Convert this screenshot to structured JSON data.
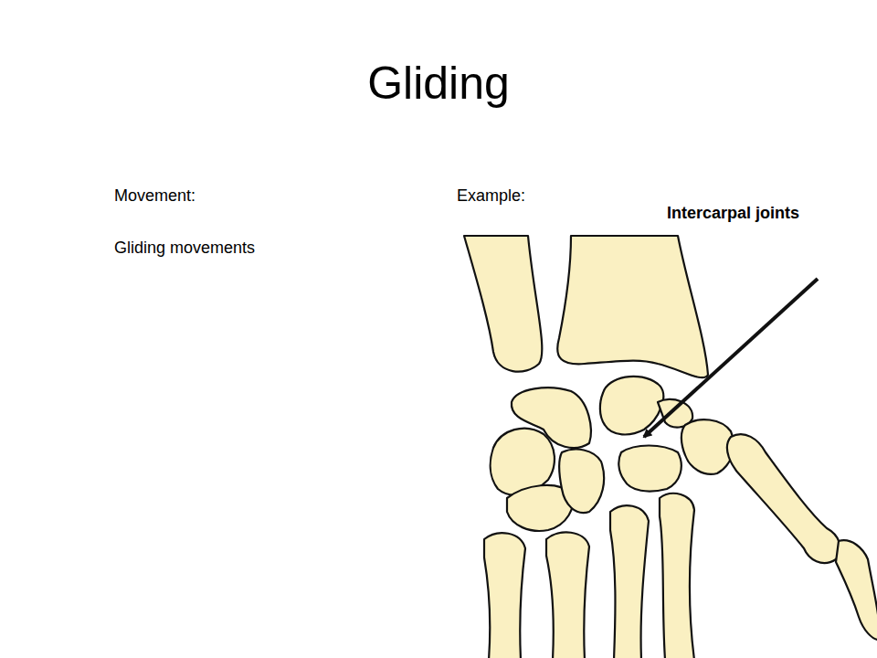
{
  "diagram": {
    "title": "Gliding",
    "labels": [
      "Movement:",
      "Gliding movements",
      "Example:",
      "Intercarpal joints"
    ]
  }
}
